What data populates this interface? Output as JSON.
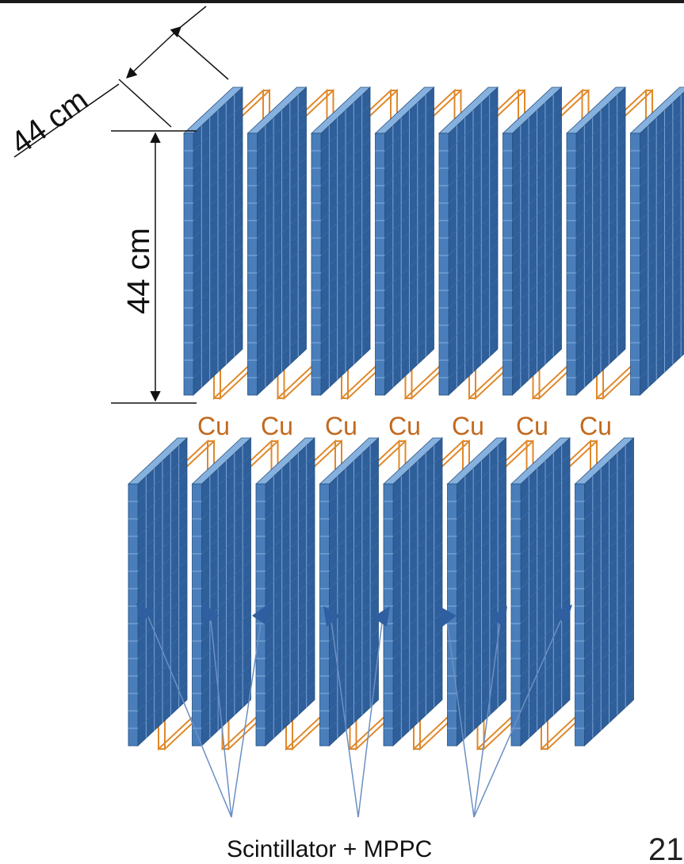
{
  "dimensions": {
    "depth_label": "44 cm",
    "height_label": "44 cm"
  },
  "absorber": {
    "material_label": "Cu",
    "count": 7
  },
  "scintillator": {
    "caption": "Scintillator + MPPC"
  },
  "page_number": "21",
  "colors": {
    "scintillator_face": "#4a7ebb",
    "scintillator_side": "#2f5f9a",
    "scintillator_top": "#86b0de",
    "absorber_outline": "#e0882a",
    "cu_text": "#c2691e",
    "arrow": "#2f5fa0",
    "pointer_line": "#6b8fc4"
  }
}
